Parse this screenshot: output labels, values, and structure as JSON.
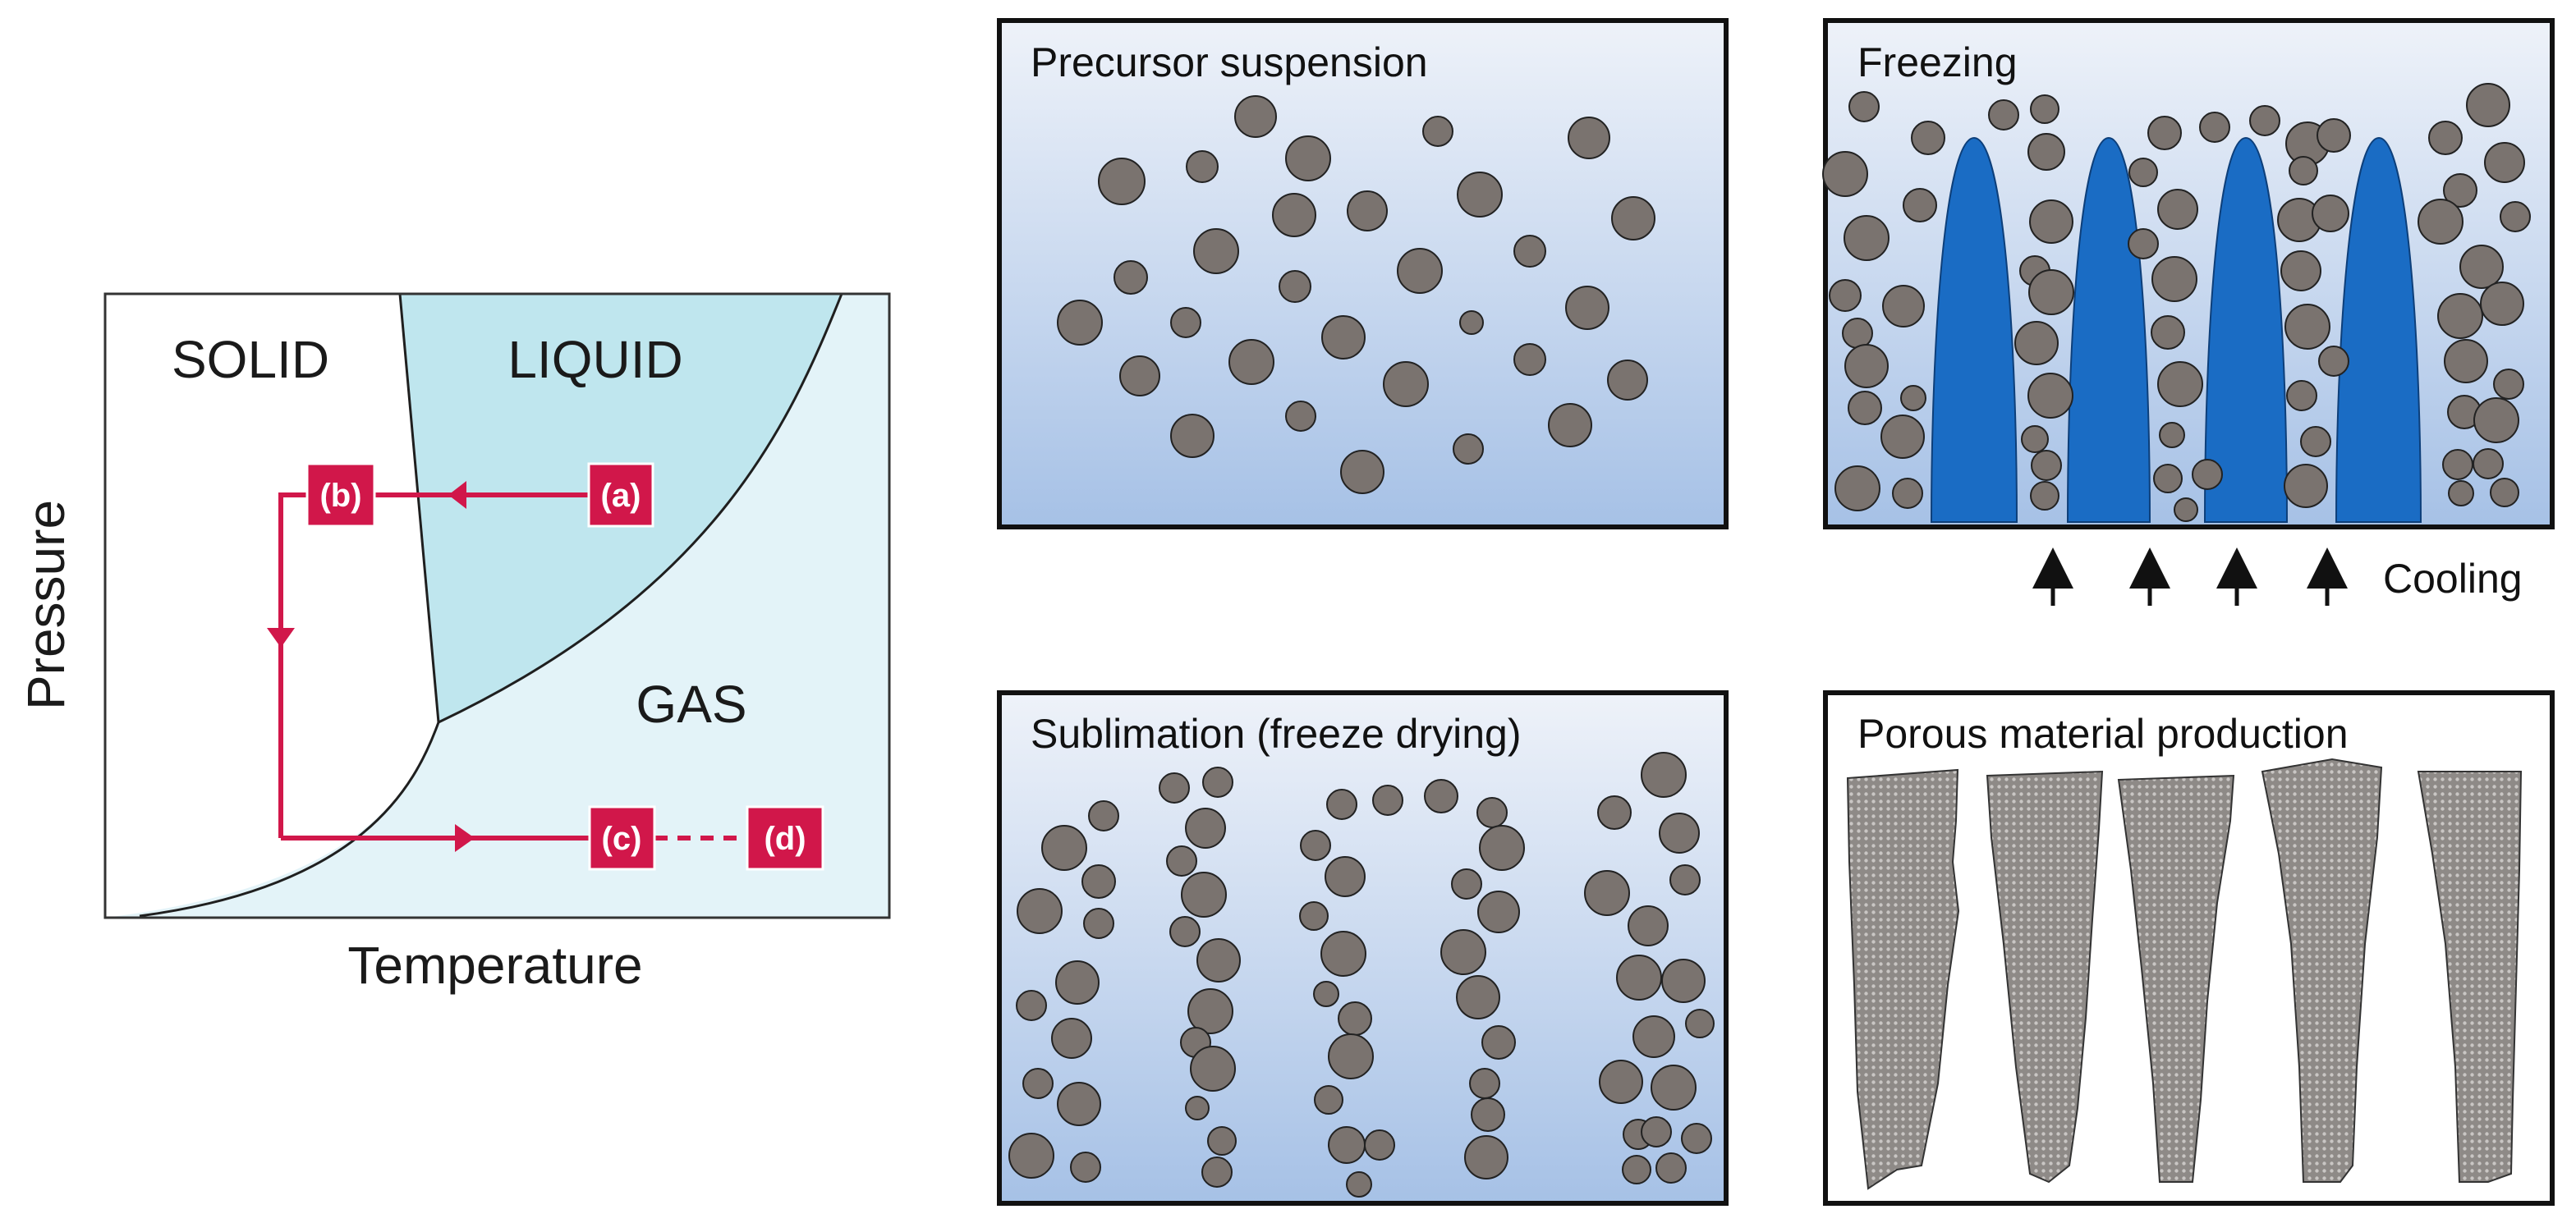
{
  "phase_diagram": {
    "regions": {
      "solid": "SOLID",
      "liquid": "LIQUID",
      "gas": "GAS"
    },
    "x_axis": "Temperature",
    "y_axis": "Pressure",
    "steps": [
      "(a)",
      "(b)",
      "(c)",
      "(d)"
    ]
  },
  "panels": {
    "precursor": {
      "title": "Precursor suspension"
    },
    "freezing": {
      "title": "Freezing",
      "cooling_label": "Cooling"
    },
    "sublimation": {
      "title": "Sublimation (freeze drying)"
    },
    "porous": {
      "title": "Porous material production"
    }
  },
  "colors": {
    "path_red": "#d1174a",
    "liquid_fill": "#bfe6ee",
    "gas_fill": "#e3f3f8",
    "particle_fill": "#7a736f",
    "ice_blue": "#1a6cc4",
    "gradient_top": "#eef2f9",
    "gradient_bottom": "#a6c1e6"
  }
}
